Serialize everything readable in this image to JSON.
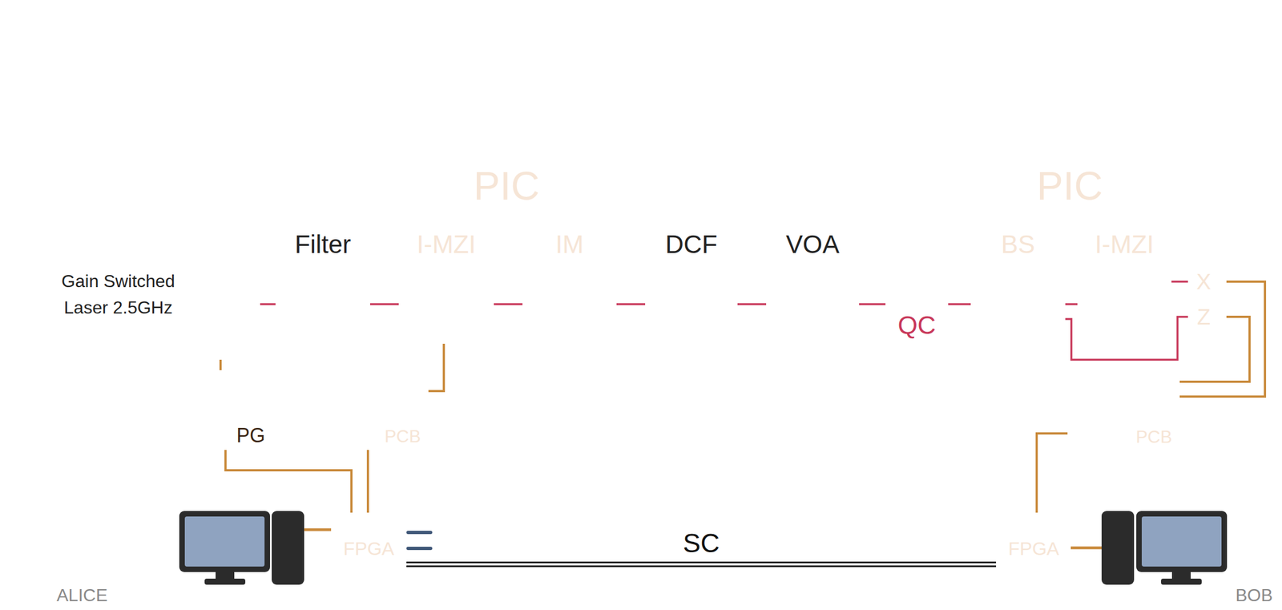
{
  "diagram": {
    "nodes": [
      {
        "text": [
          "ALICE"
        ]
      },
      {
        "text": [
          "Gain Switched Laser 2.5GHz"
        ]
      },
      {
        "text": [
          "PIC"
        ]
      },
      {
        "text": [
          "Filter"
        ],
        "in": 0
      },
      {
        "text": [
          "I-MZI"
        ],
        "in": 2
      },
      {
        "text": [
          "IM"
        ],
        "in": 2
      },
      {
        "text": [
          "DCF"
        ],
        "in": 0
      },
      {
        "text": [
          "VOA"
        ],
        "in": 0
      },
      {
        "text": [
          "PG"
        ],
        "in": 0
      },
      {
        "text": [
          "PCB"
        ],
        "in": 0
      },
      {
        "text": [
          "FPGA"
        ],
        "in": 0
      },
      {
        "text": [
          "QC"
        ]
      },
      {
        "text": [
          "BOB"
        ]
      },
      {
        "text": [
          "PIC"
        ]
      },
      {
        "text": [
          "BS"
        ],
        "in": 13
      },
      {
        "text": [
          "I-MZI"
        ],
        "in": 13
      },
      {
        "text": [
          "X"
        ],
        "in": 12
      },
      {
        "text": [
          "Z"
        ],
        "in": 12
      },
      {
        "text": [
          "PCB"
        ],
        "in": 12
      },
      {
        "text": [
          "FPGA"
        ],
        "in": 12
      }
    ],
    "edges": [
      {
        "from": 1,
        "to": 3,
        "arrow": "none"
      },
      {
        "from": 3,
        "to": 4,
        "arrow": "none"
      },
      {
        "from": 4,
        "to": 5,
        "arrow": "none"
      },
      {
        "from": 5,
        "to": 6,
        "arrow": "none"
      },
      {
        "from": 6,
        "to": 7,
        "arrow": "none"
      },
      {
        "from": 7,
        "to": 11,
        "arrow": "none"
      },
      {
        "from": 11,
        "to": 14,
        "arrow": "none"
      },
      {
        "from": 14,
        "to": 15,
        "arrow": "none"
      },
      {
        "from": 15,
        "to": 16,
        "arrow": "none"
      },
      {
        "from": 14,
        "to": 17,
        "arrow": "none"
      },
      {
        "from": 8,
        "to": 1,
        "arrow": "none"
      },
      {
        "from": 9,
        "to": 4,
        "arrow": "none"
      },
      {
        "from": 10,
        "to": 8,
        "arrow": "none"
      },
      {
        "from": 10,
        "to": 9,
        "arrow": "none"
      },
      {
        "from": 16,
        "to": 18,
        "arrow": "none"
      },
      {
        "from": 17,
        "to": 18,
        "arrow": "none"
      },
      {
        "from": 19,
        "to": 18,
        "arrow": "none"
      },
      {
        "from": 10,
        "to": 19,
        "label": "SC",
        "arrow": "none"
      }
    ]
  }
}
